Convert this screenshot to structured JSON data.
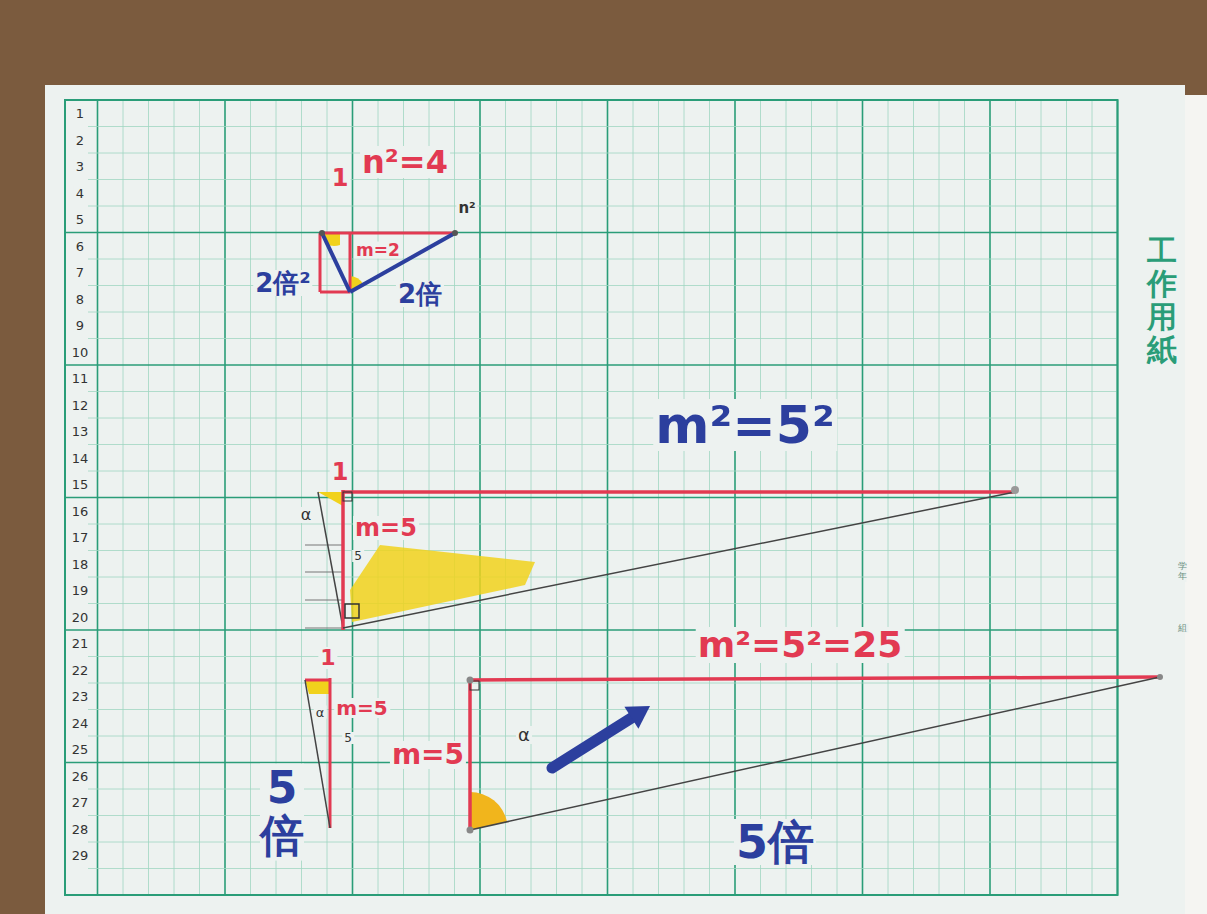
{
  "diagram": {
    "labels": [
      "1",
      "2",
      "3",
      "4",
      "5",
      "6",
      "7",
      "8",
      "9",
      "10",
      "11",
      "12",
      "13",
      "14",
      "15",
      "16",
      "17",
      "18",
      "19",
      "20",
      "21",
      "22",
      "23",
      "24",
      "25",
      "26",
      "27",
      "28",
      "29",
      "n²=4",
      "1",
      "n²",
      "m=2",
      "2倍²",
      "2倍",
      "m²=5²",
      "1",
      "α",
      "m=5",
      "5",
      "m²=5²=25",
      "1",
      "α",
      "m=5",
      "5",
      "5倍",
      "m=5",
      "α",
      "5倍",
      "工作用紙",
      "学年",
      "組"
    ]
  }
}
